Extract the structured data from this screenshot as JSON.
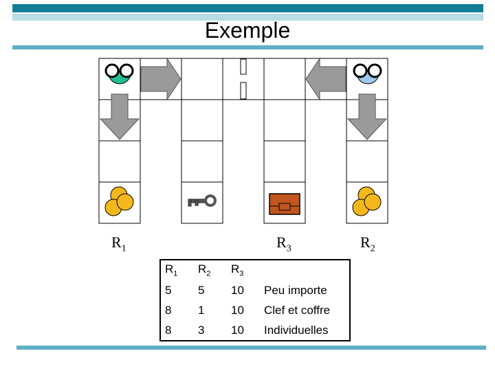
{
  "slide": {
    "title": "Exemple"
  },
  "rooms": [
    {
      "name": "R",
      "index": "1"
    },
    {
      "name": "R",
      "index": "3"
    },
    {
      "name": "R",
      "index": "2"
    }
  ],
  "table": {
    "headers": [
      {
        "name": "R",
        "index": "1"
      },
      {
        "name": "R",
        "index": "2"
      },
      {
        "name": "R",
        "index": "3"
      }
    ],
    "rows": [
      [
        "5",
        "5",
        "10",
        "Peu importe"
      ],
      [
        "8",
        "1",
        "10",
        "Clef et coffre"
      ],
      [
        "8",
        "3",
        "10",
        "Individuelles"
      ]
    ]
  },
  "colors": {
    "bar_dark": "#127d96",
    "bar_light": "#b9dbe4",
    "robot_left": "#1fbf8f",
    "robot_right": "#9ec8f4",
    "coins": "#f5b81a",
    "chest": "#c0561e",
    "arrow": "#9a9a9a"
  },
  "icons": [
    "robot-icon",
    "arrow-icon",
    "coins-icon",
    "key-icon",
    "chest-icon",
    "door-icon"
  ]
}
